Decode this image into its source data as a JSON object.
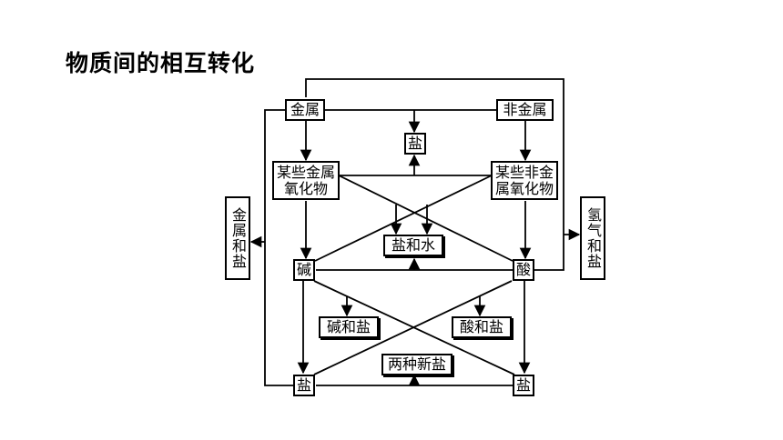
{
  "title": "物质间的相互转化",
  "nodes": {
    "metal": "金属",
    "nonmetal": "非金属",
    "salt_top": "盐",
    "metal_oxide": "某些金属氧化物",
    "nonmetal_oxide": "某些非金属氧化物",
    "salt_water": "盐和水",
    "base": "碱",
    "acid": "酸",
    "metal_and_salt": "金属和盐",
    "hydrogen_and_salt": "氢气和盐",
    "base_and_salt": "碱和盐",
    "acid_and_salt": "酸和盐",
    "two_new_salts": "两种新盐",
    "salt_bottom_left": "盐",
    "salt_bottom_right": "盐"
  }
}
